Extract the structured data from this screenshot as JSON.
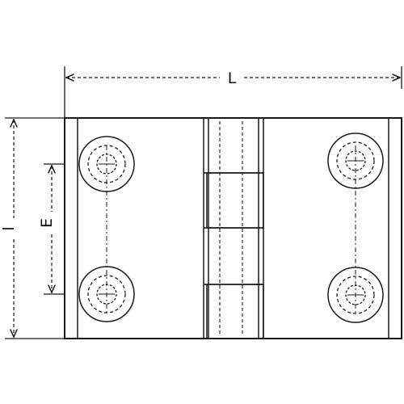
{
  "drawing": {
    "subject": "hinge",
    "stroke_color": "#1a1a1a",
    "background": "#ffffff"
  },
  "dimensions": {
    "length_label": "L",
    "height_label": "l",
    "hole_spacing_label": "E"
  }
}
